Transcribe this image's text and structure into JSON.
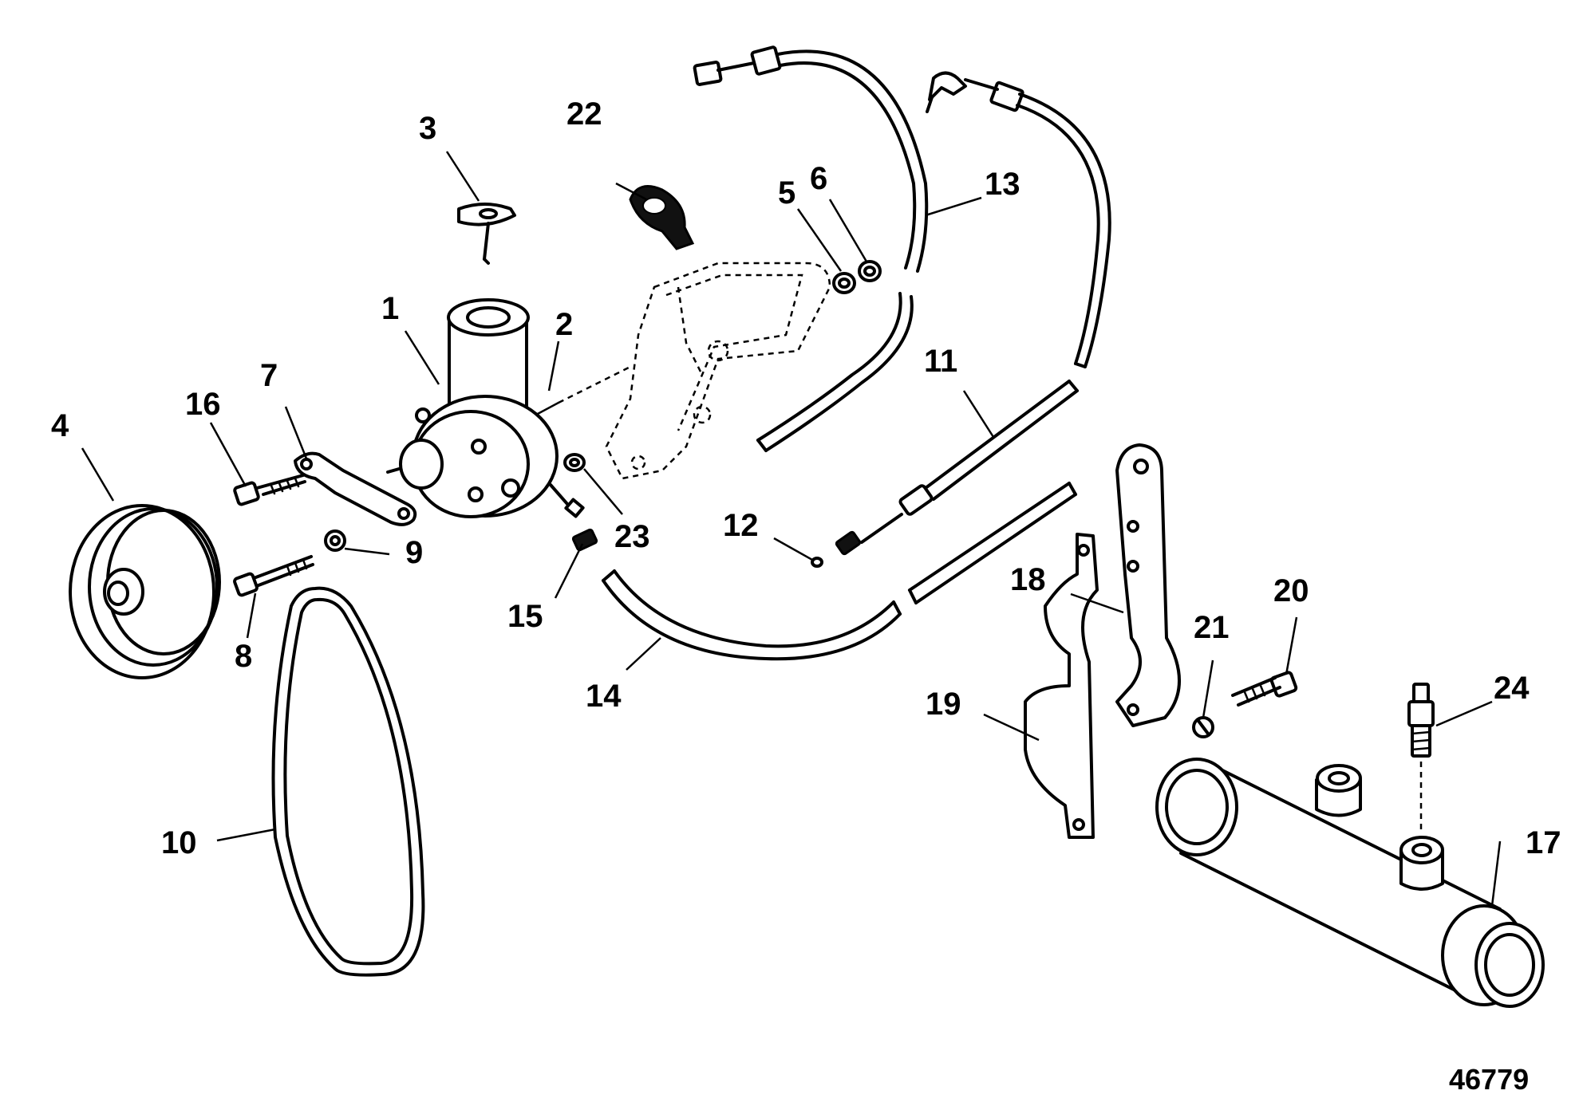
{
  "figure_number": "46779",
  "callouts": {
    "c1": "1",
    "c2": "2",
    "c3": "3",
    "c4": "4",
    "c5": "5",
    "c6": "6",
    "c7": "7",
    "c8": "8",
    "c9": "9",
    "c10": "10",
    "c11": "11",
    "c12": "12",
    "c13": "13",
    "c14": "14",
    "c15": "15",
    "c16": "16",
    "c17": "17",
    "c18": "18",
    "c19": "19",
    "c20": "20",
    "c21": "21",
    "c22": "22",
    "c23": "23",
    "c24": "24"
  }
}
